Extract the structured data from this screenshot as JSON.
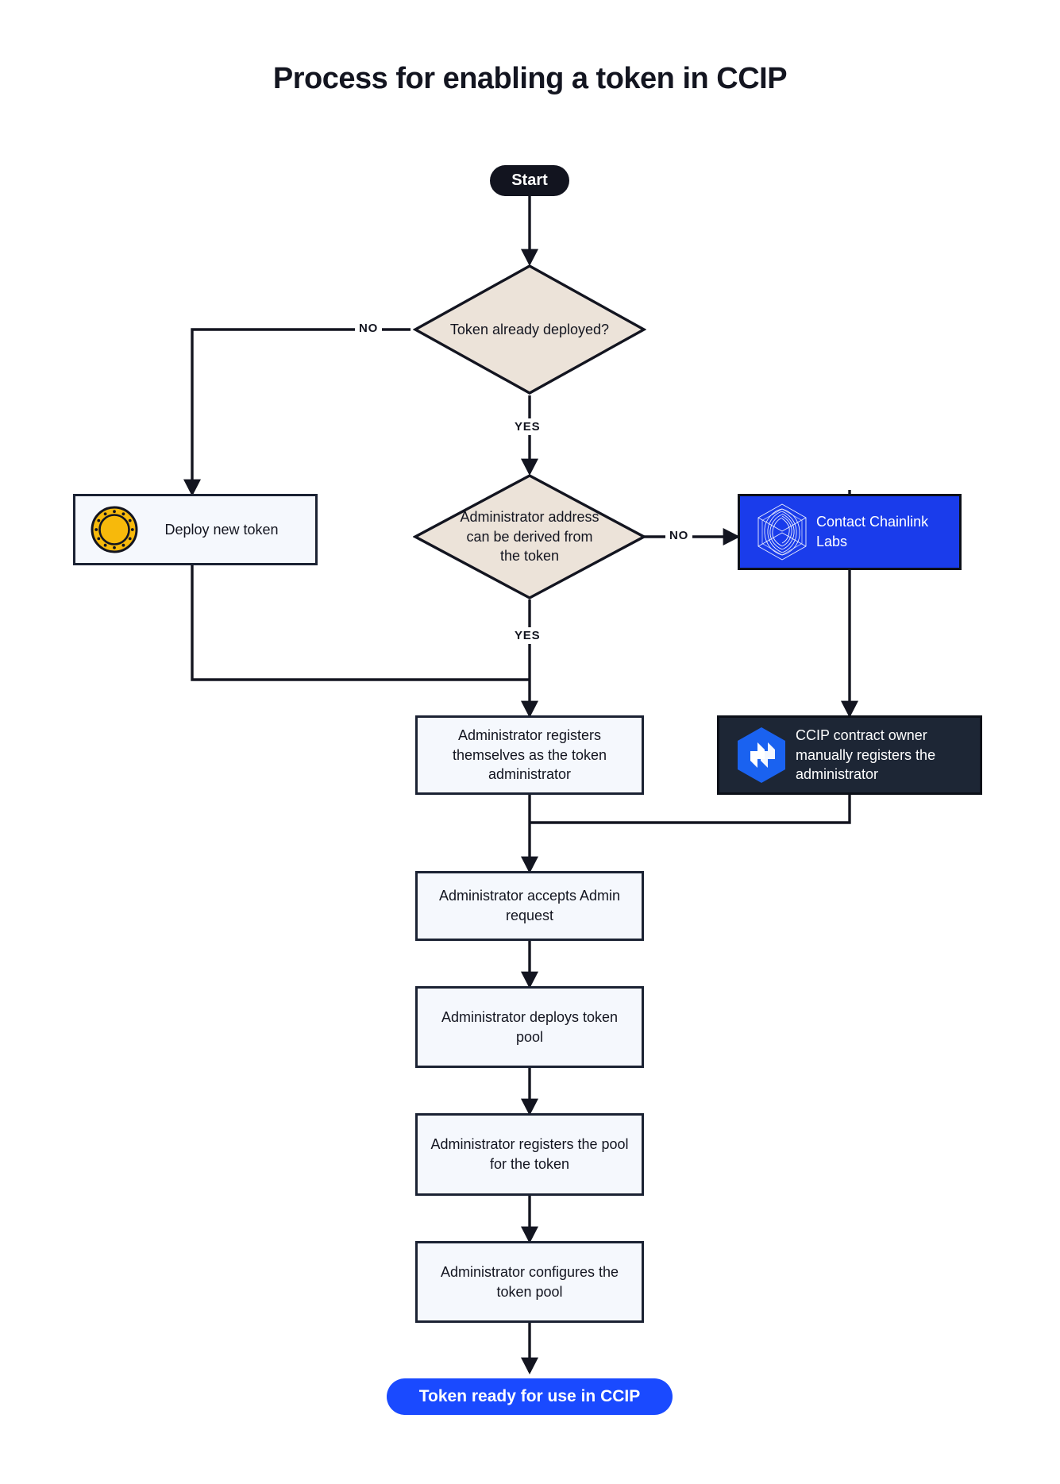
{
  "page": {
    "title": "Process for enabling a token in CCIP",
    "background": "#ffffff"
  },
  "colors": {
    "ink": "#131520",
    "stroke": "#1b2233",
    "box_fill": "#f5f8fd",
    "diamond_fill": "#ece3d9",
    "dark_fill": "#1d2635",
    "blue_fill": "#1a3ceb",
    "pill_start_fill": "#12141f",
    "pill_end_fill": "#1a4aff",
    "coin_gold": "#f7b90b",
    "ccip_blue": "#1a62f0"
  },
  "nodes": {
    "start": {
      "label": "Start",
      "type": "terminator"
    },
    "decision_token_deployed": {
      "label": "Token already deployed?",
      "type": "decision"
    },
    "deploy_new_token": {
      "label": "Deploy new token",
      "type": "process",
      "icon": "gold-coin-icon"
    },
    "decision_admin_derivable": {
      "label": "Administrator address can be derived from the token",
      "type": "decision"
    },
    "contact_chainlink_labs": {
      "label": "Contact Chainlink Labs",
      "type": "process",
      "icon": "chainlink-logo-icon"
    },
    "admin_registers_self": {
      "label": "Administrator registers themselves as the token administrator",
      "type": "process"
    },
    "ccip_owner_registers": {
      "label": "CCIP contract owner manually registers the administrator",
      "type": "process",
      "icon": "ccip-logo-icon"
    },
    "admin_accepts": {
      "label": "Administrator accepts Admin request",
      "type": "process"
    },
    "admin_deploys_pool": {
      "label": "Administrator deploys token pool",
      "type": "process"
    },
    "admin_registers_pool": {
      "label": "Administrator registers the pool for the token",
      "type": "process"
    },
    "admin_configures_pool": {
      "label": "Administrator configures the token pool",
      "type": "process"
    },
    "end": {
      "label": "Token ready for use in CCIP",
      "type": "terminator"
    }
  },
  "edge_labels": {
    "no_token_deployed": "NO",
    "yes_token_deployed": "YES",
    "no_admin_derivable": "NO",
    "yes_admin_derivable": "YES"
  }
}
